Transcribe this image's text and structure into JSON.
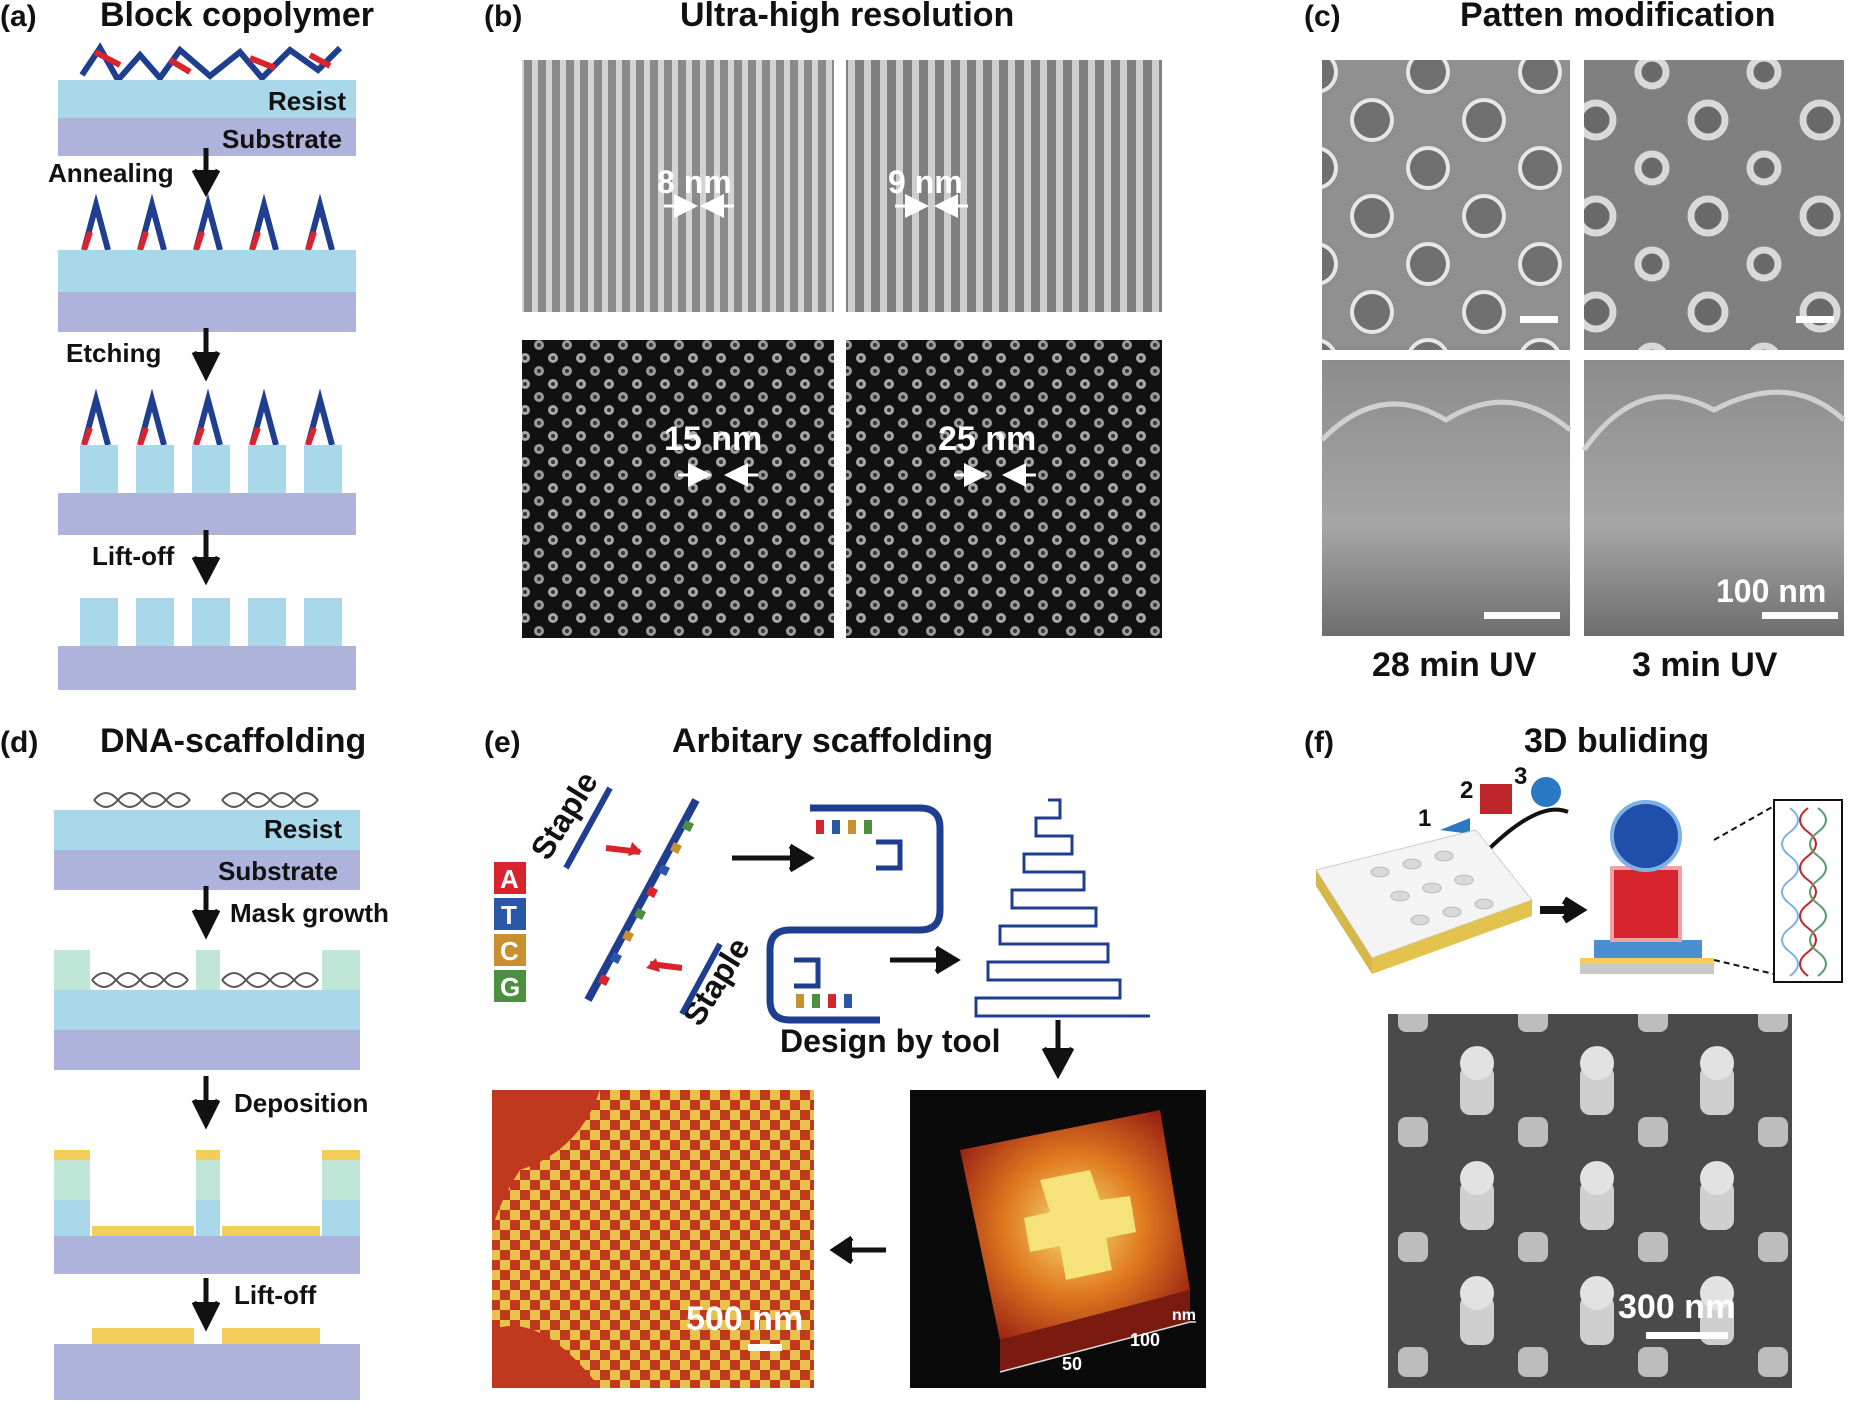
{
  "panels": {
    "a": {
      "letter": "(a)",
      "title": "Block copolymer",
      "resist": "Resist",
      "substrate": "Substrate",
      "steps": [
        "Annealing",
        "Etching",
        "Lift-off"
      ]
    },
    "b": {
      "letter": "(b)",
      "title": "Ultra-high resolution",
      "measures": [
        "8 nm",
        "9 nm",
        "15 nm",
        "25 nm"
      ]
    },
    "c": {
      "letter": "(c)",
      "title": "Patten modification",
      "scale": "100 nm",
      "conditions": [
        "28 min UV",
        "3 min UV"
      ]
    },
    "d": {
      "letter": "(d)",
      "title": "DNA-scaffolding",
      "resist": "Resist",
      "substrate": "Substrate",
      "steps": [
        "Mask growth",
        "Deposition",
        "Lift-off"
      ]
    },
    "e": {
      "letter": "(e)",
      "title": "Arbitary scaffolding",
      "staple": "Staple",
      "bases": [
        "A",
        "T",
        "C",
        "G"
      ],
      "design": "Design by tool",
      "scale": "500 nm",
      "afm_ticks": [
        "nm",
        "100",
        "50"
      ]
    },
    "f": {
      "letter": "(f)",
      "title": "3D buliding",
      "steps": [
        "1",
        "2",
        "3"
      ],
      "scale": "300 nm"
    }
  },
  "colors": {
    "resist": "#a9d8ea",
    "substrate": "#aeb3dc",
    "mask": "#bfe6d6",
    "metal": "#f5cd5b",
    "red": "#d8242c",
    "blue": "#1f3e8f",
    "green": "#4b8f3f",
    "amber": "#c8912f"
  }
}
